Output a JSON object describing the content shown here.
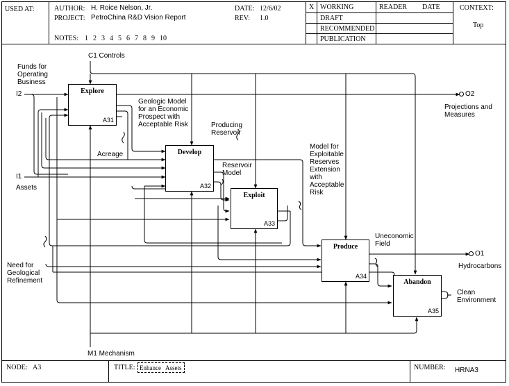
{
  "header": {
    "used_at_label": "USED AT:",
    "author_label": "AUTHOR:",
    "author": "H. Roice Nelson, Jr.",
    "project_label": "PROJECT:",
    "project": "PetroChina R&D Vision Report",
    "notes_label": "NOTES:",
    "notes": [
      "1",
      "2",
      "3",
      "4",
      "5",
      "6",
      "7",
      "8",
      "9",
      "10"
    ],
    "date_label": "DATE:",
    "date": "12/6/02",
    "rev_label": "REV:",
    "rev": "1.0",
    "status_mark": "X",
    "status": [
      "WORKING",
      "DRAFT",
      "RECOMMENDED",
      "PUBLICATION"
    ],
    "reader_label": "READER",
    "date2_label": "DATE",
    "context_label": "CONTEXT:",
    "context_value": "Top"
  },
  "diagram": {
    "controls_label": "C1  Controls",
    "mechanism_label": "M1  Mechanism",
    "inputs": {
      "i2_code": "I2",
      "i2_label": "Funds for\nOperating\nBusiness",
      "i1_code": "I1",
      "i1_label": "Assets"
    },
    "outputs": {
      "o2_code": "O2",
      "o2_label": "Projections and\nMeasures",
      "o1_code": "O1",
      "o1_label": "Hydrocarbons",
      "clean_label": "Clean\nEnvironment"
    },
    "boxes": [
      {
        "title": "Explore",
        "number": "A31"
      },
      {
        "title": "Develop",
        "number": "A32"
      },
      {
        "title": "Exploit",
        "number": "A33"
      },
      {
        "title": "Produce",
        "number": "A34"
      },
      {
        "title": "Abandon",
        "number": "A35"
      }
    ],
    "arrow_labels": {
      "geologic_model": "Geologic Model\nfor an Economic\nProspect with\nAcceptable Risk",
      "acreage": "Acreage",
      "producing_reservoir": "Producing\nReservoir",
      "reservoir_model": "Reservoir\nModel",
      "model_exploitable": "Model for\nExploitable\nReserves\nExtension\nwith\nAcceptable\nRisk",
      "uneconomic_field": "Uneconomic\nField",
      "need_refinement": "Need for\nGeological\nRefinement"
    }
  },
  "footer": {
    "node_label": "NODE:",
    "node": "A3",
    "title_label": "TITLE:",
    "title_words": [
      "Enhance",
      "Assets"
    ],
    "number_label": "NUMBER:",
    "number": "HRNA3"
  }
}
